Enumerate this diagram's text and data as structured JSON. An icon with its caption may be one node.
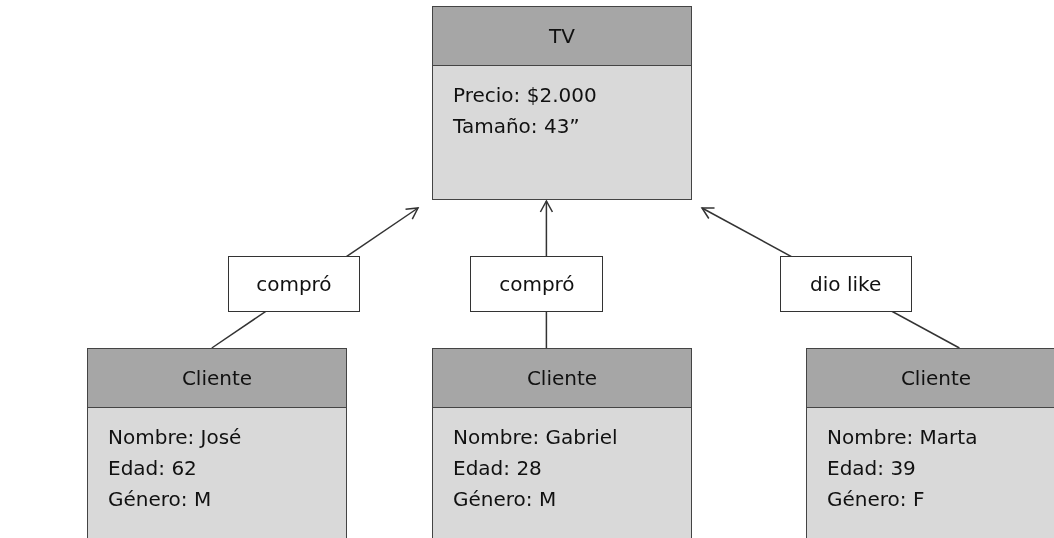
{
  "diagram": {
    "nodes": [
      {
        "text": [
          "TV",
          "Precio: $2.000",
          "Tamaño: 43”"
        ]
      },
      {
        "text": [
          "Cliente",
          "Nombre: José",
          "Edad: 62",
          "Género: M"
        ]
      },
      {
        "text": [
          "Cliente",
          "Nombre: Gabriel",
          "Edad: 28",
          "Género: M"
        ]
      },
      {
        "text": [
          "Cliente",
          "Nombre: Marta",
          "Edad: 39",
          "Género: F"
        ]
      }
    ],
    "edges": [
      {
        "from": 1,
        "to": 0,
        "arrow": "to",
        "label": "compró"
      },
      {
        "from": 2,
        "to": 0,
        "arrow": "to",
        "label": "compró"
      },
      {
        "from": 3,
        "to": 0,
        "arrow": "to",
        "label": "dio like"
      }
    ]
  }
}
